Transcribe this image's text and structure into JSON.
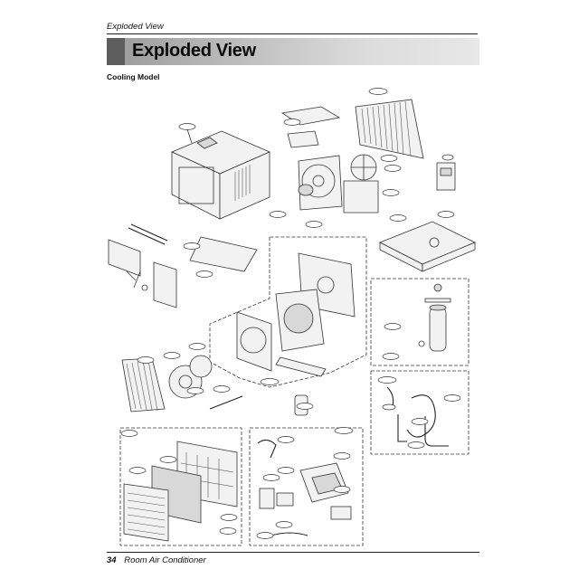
{
  "header": {
    "running_title": "Exploded View",
    "title": "Exploded View"
  },
  "section": {
    "label": "Cooling Model"
  },
  "footer": {
    "page_number": "34",
    "text": "Room Air Conditioner"
  },
  "colors": {
    "title_bar": "#b5b5b5",
    "title_box": "#5d5d5d",
    "line": "#333333"
  }
}
